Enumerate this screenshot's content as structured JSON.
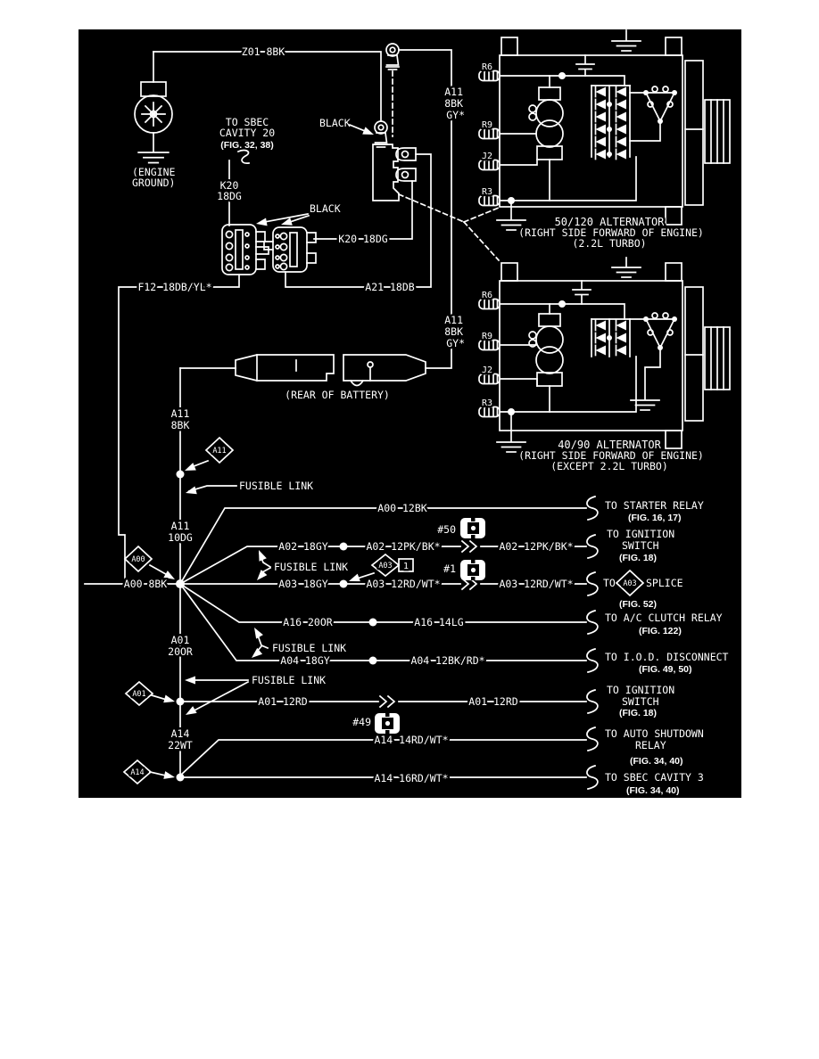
{
  "colors": {
    "page_bg": "#ffffff",
    "panel_bg": "#000000",
    "line": "#ffffff"
  },
  "labels": {
    "z01": "Z01 8BK",
    "engine_ground_1": "(ENGINE",
    "engine_ground_2": "GROUND)",
    "sbec_1": "TO SBEC",
    "sbec_2": "CAVITY 20",
    "sbec_fig": "(FIG. 32, 38)",
    "k20_1": "K20",
    "k20_2": "18DG",
    "black": "BLACK",
    "k20_right": "K20 18DG",
    "f12": "F12 18DB/YL*",
    "a21": "A21 18DB",
    "a11": "A11",
    "bbk_8": "8BK",
    "gy": "GY*",
    "dg_10": "10DG",
    "rear_battery": "(REAR OF BATTERY)",
    "fusible_link": "FUSIBLE LINK",
    "a00": "A00",
    "a00_8bk": "A00 8BK",
    "a01": "A01",
    "or_20": "20OR",
    "a14": "A14",
    "wt_22": "22WT",
    "row_a00": "A00 12BK",
    "row_a02_left": "A02 18GY",
    "row_a02_mid": "A02 12PK/BK*",
    "row_a03_left": "A03 18GY",
    "row_a03_mid": "A03 12RD/WT*",
    "row_a16_left": "A16 20OR",
    "row_a16_right": "A16 14LG",
    "row_a04_left": "A04 18GY",
    "row_a04_right": "A04 12BK/RD*",
    "row_a01": "A01 12RD",
    "row_a14_upper": "A14 14RD/WT*",
    "row_a14_lower": "A14 16RD/WT*",
    "fuse50": "#50",
    "fuse1": "#1",
    "fuse49": "#49",
    "a03": "A03",
    "one": "1",
    "t_r6": "R6",
    "t_r9": "R9",
    "t_j2": "J2",
    "t_r3": "R3"
  },
  "alternators": [
    {
      "name": "50/120 ALTERNATOR",
      "location": "(RIGHT SIDE FORWARD OF ENGINE)",
      "engine": "(2.2L TURBO)"
    },
    {
      "name": "40/90 ALTERNATOR",
      "location": "(RIGHT SIDE FORWARD OF ENGINE)",
      "engine": "(EXCEPT 2.2L TURBO)"
    }
  ],
  "dest": [
    {
      "l1": "TO STARTER RELAY",
      "fig": "(FIG. 16, 17)"
    },
    {
      "l1": "TO IGNITION",
      "l2": "SWITCH",
      "fig": "(FIG. 18)"
    },
    {
      "pre": "TO",
      "diamond": "A03",
      "post": "SPLICE",
      "fig": "(FIG. 52)"
    },
    {
      "l1": "TO A/C CLUTCH RELAY",
      "fig": "(FIG. 122)"
    },
    {
      "l1": "TO I.O.D. DISCONNECT",
      "fig": "(FIG. 49, 50)"
    },
    {
      "l1": "TO IGNITION",
      "l2": "SWITCH",
      "fig": "(FIG. 18)"
    },
    {
      "l1": "TO AUTO SHUTDOWN",
      "l2": "RELAY",
      "fig": "(FIG. 34, 40)"
    },
    {
      "l1": "TO SBEC CAVITY 3",
      "fig": "(FIG. 34, 40)"
    }
  ]
}
